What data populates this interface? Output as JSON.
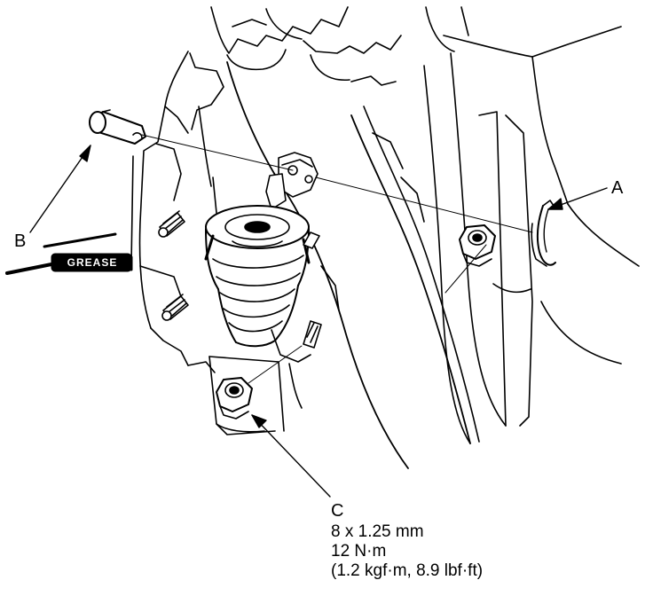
{
  "callouts": {
    "a": "A",
    "b": "B",
    "c": "C"
  },
  "grease_label": "GREASE",
  "spec": {
    "size": "8 x 1.25 mm",
    "torque_nm": "12 N·m",
    "torque_alt": "(1.2 kgf·m, 8.9 lbf·ft)"
  }
}
